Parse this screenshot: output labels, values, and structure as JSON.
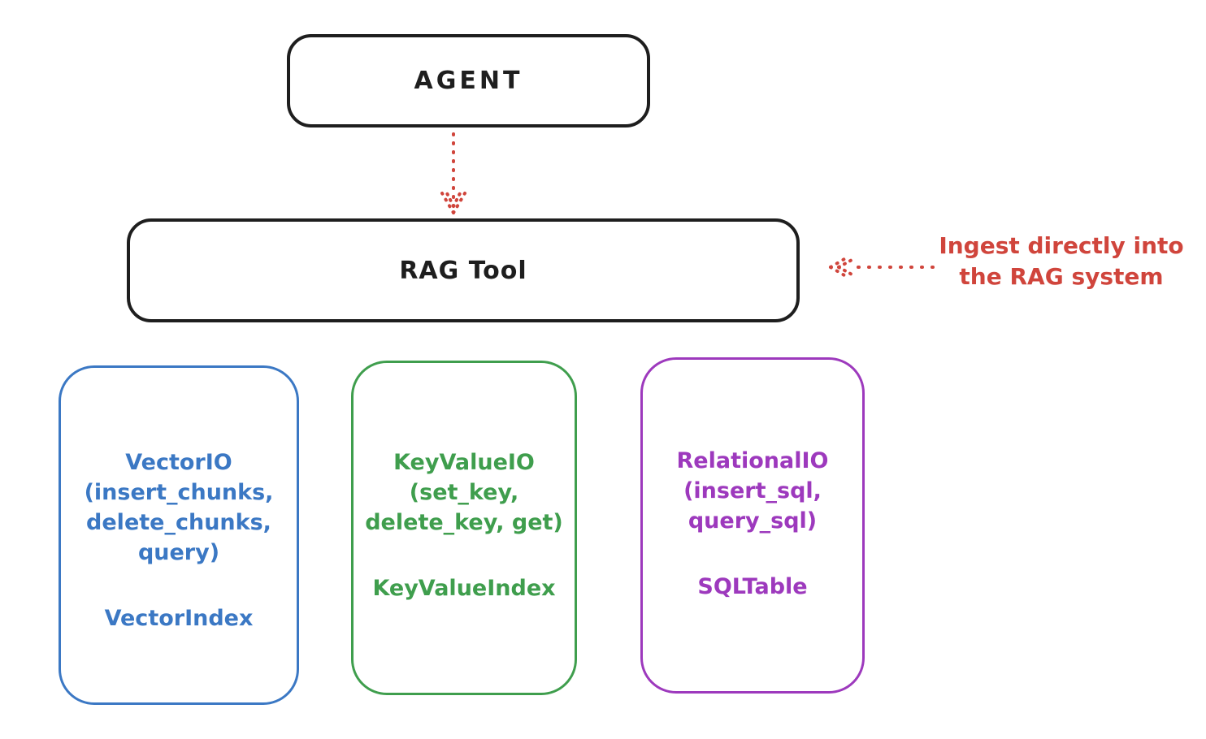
{
  "agent": {
    "label": "AGENT"
  },
  "rag_tool": {
    "label": "RAG Tool"
  },
  "annotation": {
    "line1": "Ingest directly into",
    "line2": "the RAG system"
  },
  "storage_boxes": [
    {
      "name": "VectorIO",
      "methods": [
        "(insert_chunks,",
        "delete_chunks,",
        "query)"
      ],
      "index_label": "VectorIndex",
      "color": "#3b78c4"
    },
    {
      "name": "KeyValueIO",
      "methods": [
        "(set_key,",
        "delete_key, get)"
      ],
      "index_label": "KeyValueIndex",
      "color": "#3f9e4d"
    },
    {
      "name": "RelationalIO",
      "methods": [
        "(insert_sql,",
        "query_sql)"
      ],
      "index_label": "SQLTable",
      "color": "#9d39bd"
    }
  ],
  "colors": {
    "ink": "#1e1e1e",
    "red": "#d0453c",
    "blue": "#3b78c4",
    "green": "#3f9e4d",
    "purple": "#9d39bd",
    "background": "#ffffff"
  }
}
